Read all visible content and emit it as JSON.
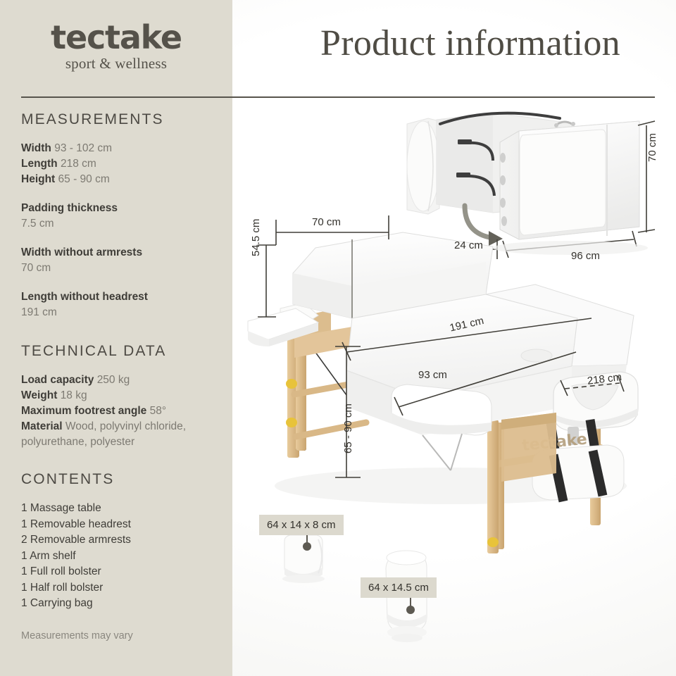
{
  "brand": {
    "name": "tectake",
    "tagline": "sport & wellness"
  },
  "header": {
    "title": "Product information"
  },
  "sidebar": {
    "measurements": {
      "heading": "MEASUREMENTS",
      "pairs": [
        {
          "label": "Width",
          "value": "93 - 102 cm"
        },
        {
          "label": "Length",
          "value": "218 cm"
        },
        {
          "label": "Height",
          "value": "65 - 90 cm"
        }
      ],
      "blocks": [
        {
          "label": "Padding thickness",
          "value": "7.5 cm"
        },
        {
          "label": "Width without armrests",
          "value": "70 cm"
        },
        {
          "label": "Length without headrest",
          "value": "191 cm"
        }
      ]
    },
    "technical": {
      "heading": "TECHNICAL DATA",
      "pairs": [
        {
          "label": "Load capacity",
          "value": "250 kg"
        },
        {
          "label": "Weight",
          "value": "18 kg"
        },
        {
          "label": "Maximum footrest angle",
          "value": "58°"
        },
        {
          "label": "Material",
          "value": "Wood, polyvinyl chloride, polyurethane, polyester"
        }
      ]
    },
    "contents": {
      "heading": "CONTENTS",
      "items": [
        "1 Massage table",
        "1 Removable headrest",
        "2 Removable armrests",
        "1 Arm shelf",
        "1 Full roll bolster",
        "1 Half roll bolster",
        "1 Carrying bag"
      ]
    },
    "note": "Measurements may vary"
  },
  "diagrams": {
    "folded": {
      "height": "70 cm",
      "depth": "24 cm",
      "width": "96 cm"
    },
    "open": {
      "top_width": "70 cm",
      "backrest_height": "54.5 cm",
      "leg_height": "65 - 90 cm",
      "bed_width": "93 cm",
      "length_no_headrest": "191 cm",
      "total_length": "218 cm"
    },
    "bolsters": [
      {
        "label": "64 x 14 x 8 cm",
        "name": "half-roll-bolster"
      },
      {
        "label": "64 x 14.5 cm",
        "name": "full-roll-bolster"
      }
    ]
  },
  "colors": {
    "sidebar_bg": "#dedbd0",
    "ink": "#3f3d38",
    "muted": "#7d7a72",
    "rule": "#57544c",
    "wood": "#d8b886",
    "knob": "#e8c33a"
  }
}
